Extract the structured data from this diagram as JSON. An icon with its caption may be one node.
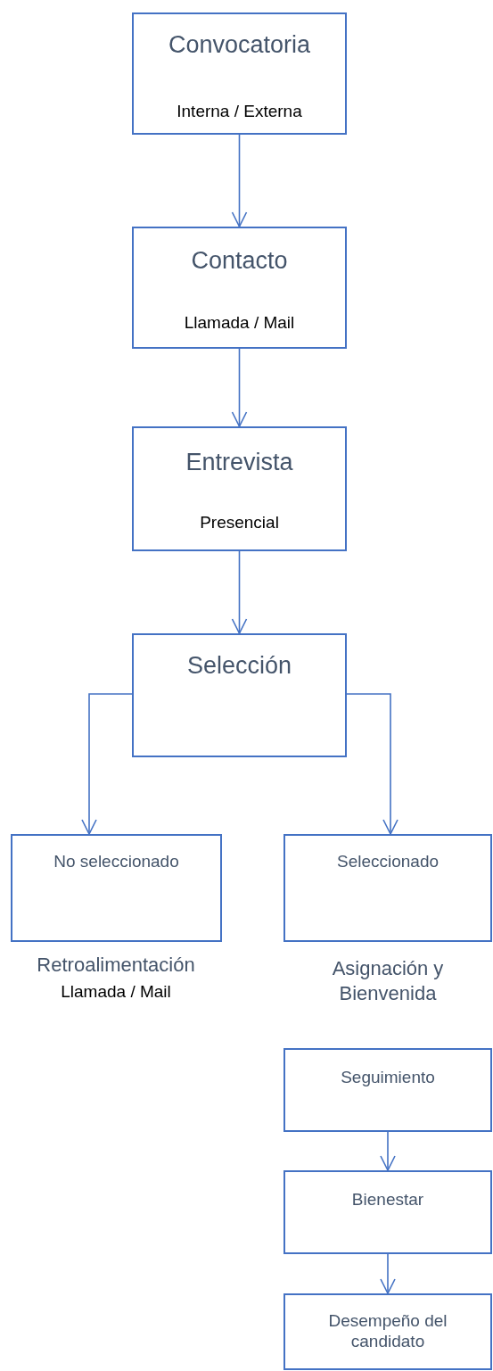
{
  "diagram": {
    "nodes": [
      {
        "text": [
          "Convocatoria",
          "Interna / Externa"
        ]
      },
      {
        "text": [
          "Contacto",
          "Llamada / Mail"
        ]
      },
      {
        "text": [
          "Entrevista",
          "Presencial"
        ]
      },
      {
        "text": [
          "Selección"
        ]
      },
      {
        "text": [
          "No seleccionado"
        ],
        "beside": [
          "Retroalimentación",
          "Llamada / Mail"
        ]
      },
      {
        "text": [
          "Seleccionado"
        ],
        "beside": [
          "Asignación y Bienvenida"
        ]
      },
      {
        "text": [
          "Seguimiento"
        ]
      },
      {
        "text": [
          "Bienestar"
        ]
      },
      {
        "text": [
          "Desempeño del candidato"
        ]
      }
    ],
    "edges": [
      {
        "from": 0,
        "to": 1,
        "arrow": "to"
      },
      {
        "from": 1,
        "to": 2,
        "arrow": "to"
      },
      {
        "from": 2,
        "to": 3,
        "arrow": "to"
      },
      {
        "from": 3,
        "to": 4,
        "arrow": "to"
      },
      {
        "from": 3,
        "to": 5,
        "arrow": "to"
      },
      {
        "from": 6,
        "to": 7,
        "arrow": "to"
      },
      {
        "from": 7,
        "to": 8,
        "arrow": "to"
      }
    ]
  }
}
